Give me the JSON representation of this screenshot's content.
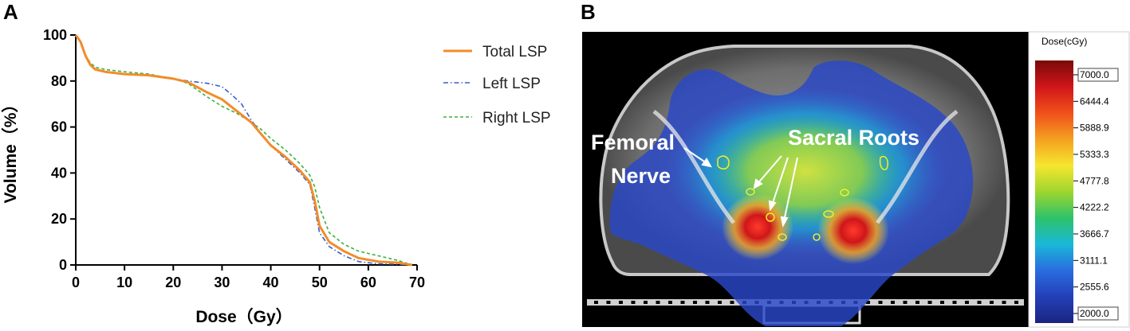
{
  "panels": {
    "a_label": "A",
    "b_label": "B"
  },
  "chart_data": [
    {
      "type": "line",
      "xlabel": "Dose（Gy）",
      "ylabel": "Volume（%）",
      "xlim": [
        0,
        70
      ],
      "ylim": [
        0,
        100
      ],
      "xticks": [
        0,
        10,
        20,
        30,
        40,
        50,
        60,
        70
      ],
      "yticks": [
        0,
        20,
        40,
        60,
        80,
        100
      ],
      "grid": false,
      "legend_position": "right",
      "series": [
        {
          "name": "Total LSP",
          "color": "#f28c28",
          "style": "solid",
          "x": [
            0,
            1,
            2,
            3,
            4,
            6,
            10,
            15,
            20,
            23,
            27,
            30,
            33,
            36,
            38,
            40,
            43,
            46,
            48,
            49,
            50,
            52,
            55,
            58,
            62,
            66,
            69
          ],
          "y": [
            100,
            97,
            91,
            87,
            85,
            84,
            83,
            82.5,
            81,
            79.5,
            75,
            72,
            67,
            62,
            57,
            52,
            47,
            41,
            36,
            28,
            17,
            10,
            6,
            3,
            1.5,
            1,
            0
          ]
        },
        {
          "name": "Left LSP",
          "color": "#3a5fcd",
          "style": "dashdot",
          "x": [
            0,
            1,
            2,
            3,
            4,
            6,
            10,
            15,
            20,
            23,
            27,
            30,
            32,
            34,
            36,
            38,
            40,
            43,
            46,
            48,
            49,
            50,
            52,
            55,
            58,
            62,
            66,
            69
          ],
          "y": [
            100,
            97,
            91,
            87,
            85,
            84,
            83,
            82.5,
            81,
            80,
            79,
            77.5,
            74,
            70,
            63,
            57,
            52,
            46,
            40,
            35,
            25,
            14,
            8,
            4,
            1.5,
            0.5,
            0.3,
            0
          ]
        },
        {
          "name": "Right LSP",
          "color": "#3cb043",
          "style": "dashed",
          "x": [
            0,
            1,
            2,
            3,
            4,
            6,
            10,
            15,
            20,
            23,
            27,
            30,
            33,
            36,
            38,
            40,
            43,
            46,
            48,
            49,
            50,
            52,
            55,
            58,
            62,
            66,
            69
          ],
          "y": [
            100,
            97,
            91,
            88,
            86,
            85,
            84,
            83,
            81,
            79,
            73,
            69,
            66,
            62,
            59,
            55,
            50,
            44,
            39,
            34,
            25,
            14,
            9,
            6,
            4,
            2,
            0
          ]
        }
      ]
    },
    {
      "type": "heatmap",
      "colorbar_title": "Dose(cGy)",
      "colorbar_values": [
        7000.0,
        6444.4,
        5888.9,
        5333.3,
        4777.8,
        4222.2,
        3666.7,
        3111.1,
        2555.6,
        2000.0
      ],
      "colorbar_labels": [
        "7000.0",
        "6444.4",
        "5888.9",
        "5333.3",
        "4777.8",
        "4222.2",
        "3666.7",
        "3111.1",
        "2555.6",
        "2000.0"
      ],
      "colorbar_colors": [
        "#7a0a0a",
        "#d0151a",
        "#f0501a",
        "#f4a020",
        "#f6e62e",
        "#9ed62e",
        "#2ec26a",
        "#1ab8d8",
        "#2a6ce0",
        "#2440b8",
        "#1a2480"
      ],
      "annotations": [
        {
          "lines": [
            "Femoral",
            "Nerve"
          ]
        },
        {
          "lines": [
            "Sacral Roots"
          ]
        }
      ]
    }
  ]
}
